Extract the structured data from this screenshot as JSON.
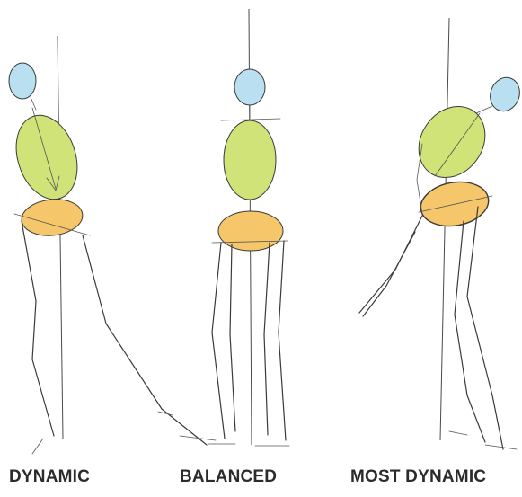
{
  "colors": {
    "head": "#b9dff0",
    "torso": "#cfe378",
    "pelvis": "#f6c66a",
    "line": "#3a3a3a"
  },
  "figures": [
    {
      "label": "DYNAMIC"
    },
    {
      "label": "BALANCED"
    },
    {
      "label": "MOST DYNAMIC"
    }
  ]
}
